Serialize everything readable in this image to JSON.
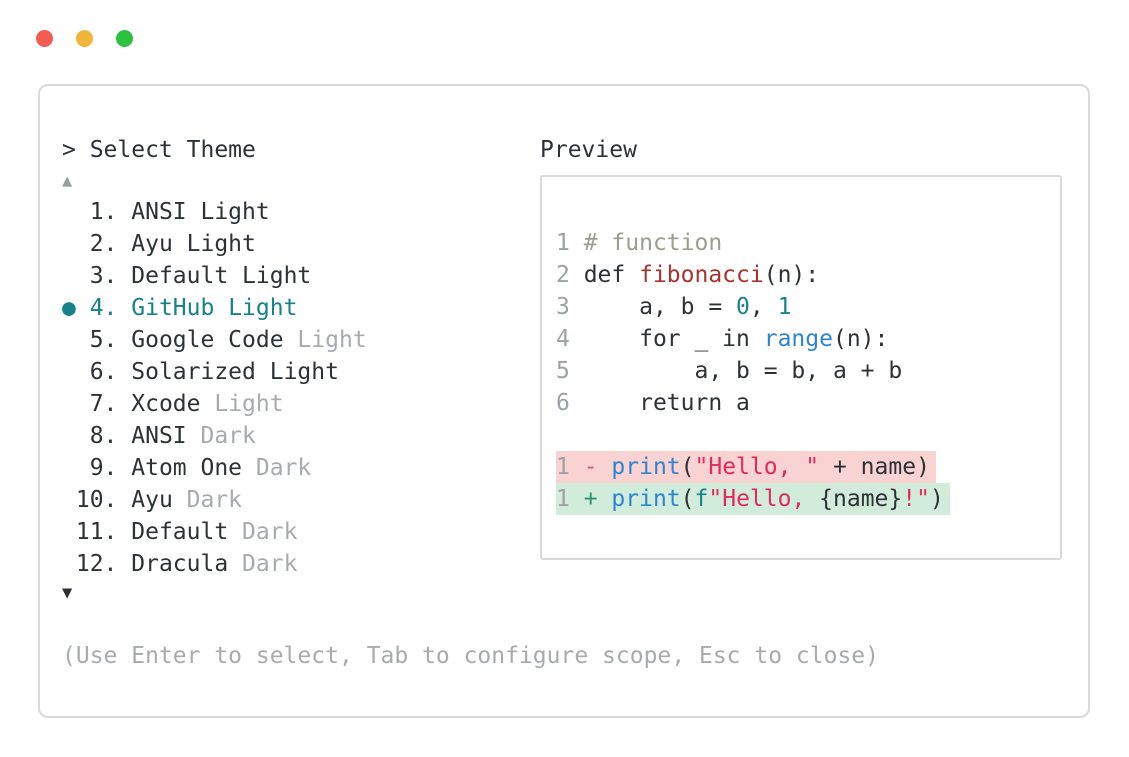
{
  "colors": {
    "traffic_red": "#f25d52",
    "traffic_yellow": "#f1b53c",
    "traffic_green": "#2cc13e",
    "border": "#d9dadc",
    "text_dark": "#2d3237",
    "text_muted": "#a7abae",
    "arrow_muted": "#9a9ea2",
    "accent_teal": "#16828a",
    "line_number": "#9ba1a6",
    "comment": "#9aa08f",
    "function_red": "#a8342f",
    "builtin_blue": "#2e84cf",
    "number_teal": "#17858a",
    "string_red": "#e3295d",
    "diff_del_bg": "#f9d2d2",
    "diff_add_bg": "#d2ecdb",
    "diff_del_sign": "#d65f66",
    "diff_add_sign": "#2f8f72"
  },
  "window": {
    "close_label": "close",
    "minimize_label": "minimize",
    "zoom_label": "zoom"
  },
  "selector": {
    "title": "> Select Theme",
    "scroll_up_icon": "▲",
    "scroll_down_icon": "▼",
    "bullet_icon": "●",
    "hint": "(Use Enter to select, Tab to configure scope, Esc to close)",
    "items": [
      {
        "num": 1,
        "name": "ANSI",
        "variant": "Light",
        "variant_muted": false,
        "selected": false
      },
      {
        "num": 2,
        "name": "Ayu",
        "variant": "Light",
        "variant_muted": false,
        "selected": false
      },
      {
        "num": 3,
        "name": "Default",
        "variant": "Light",
        "variant_muted": false,
        "selected": false
      },
      {
        "num": 4,
        "name": "GitHub",
        "variant": "Light",
        "variant_muted": false,
        "selected": true
      },
      {
        "num": 5,
        "name": "Google Code",
        "variant": "Light",
        "variant_muted": true,
        "selected": false
      },
      {
        "num": 6,
        "name": "Solarized",
        "variant": "Light",
        "variant_muted": false,
        "selected": false
      },
      {
        "num": 7,
        "name": "Xcode",
        "variant": "Light",
        "variant_muted": true,
        "selected": false
      },
      {
        "num": 8,
        "name": "ANSI",
        "variant": "Dark",
        "variant_muted": true,
        "selected": false
      },
      {
        "num": 9,
        "name": "Atom One",
        "variant": "Dark",
        "variant_muted": true,
        "selected": false
      },
      {
        "num": 10,
        "name": "Ayu",
        "variant": "Dark",
        "variant_muted": true,
        "selected": false
      },
      {
        "num": 11,
        "name": "Default",
        "variant": "Dark",
        "variant_muted": true,
        "selected": false
      },
      {
        "num": 12,
        "name": "Dracula",
        "variant": "Dark",
        "variant_muted": true,
        "selected": false
      }
    ]
  },
  "preview": {
    "label": "Preview",
    "code_lines": [
      {
        "num": "1",
        "tokens": [
          [
            "# function",
            "c"
          ]
        ]
      },
      {
        "num": "2",
        "tokens": [
          [
            "def ",
            "k"
          ],
          [
            "fibonacci",
            "f"
          ],
          [
            "(n):",
            "k"
          ]
        ]
      },
      {
        "num": "3",
        "tokens": [
          [
            "    a, b = ",
            "k"
          ],
          [
            "0",
            "n"
          ],
          [
            ", ",
            "k"
          ],
          [
            "1",
            "n"
          ]
        ]
      },
      {
        "num": "4",
        "tokens": [
          [
            "    for _ in ",
            "k"
          ],
          [
            "range",
            "b"
          ],
          [
            "(n):",
            "k"
          ]
        ]
      },
      {
        "num": "5",
        "tokens": [
          [
            "        a, b = b, a + b",
            "k"
          ]
        ]
      },
      {
        "num": "6",
        "tokens": [
          [
            "    return a",
            "k"
          ]
        ]
      },
      {
        "blank": true
      },
      {
        "diff": "del",
        "num": "1",
        "sign": "-",
        "tokens": [
          [
            "print",
            "b"
          ],
          [
            "(",
            "k"
          ],
          [
            "\"Hello, \"",
            "s"
          ],
          [
            " + name)",
            "k"
          ]
        ]
      },
      {
        "diff": "add",
        "num": "1",
        "sign": "+",
        "tokens": [
          [
            "print",
            "b"
          ],
          [
            "(",
            "k"
          ],
          [
            "f",
            "n"
          ],
          [
            "\"Hello, ",
            "s"
          ],
          [
            "{name}",
            "k"
          ],
          [
            "!\"",
            "s"
          ],
          [
            ")",
            "k"
          ]
        ]
      }
    ]
  }
}
